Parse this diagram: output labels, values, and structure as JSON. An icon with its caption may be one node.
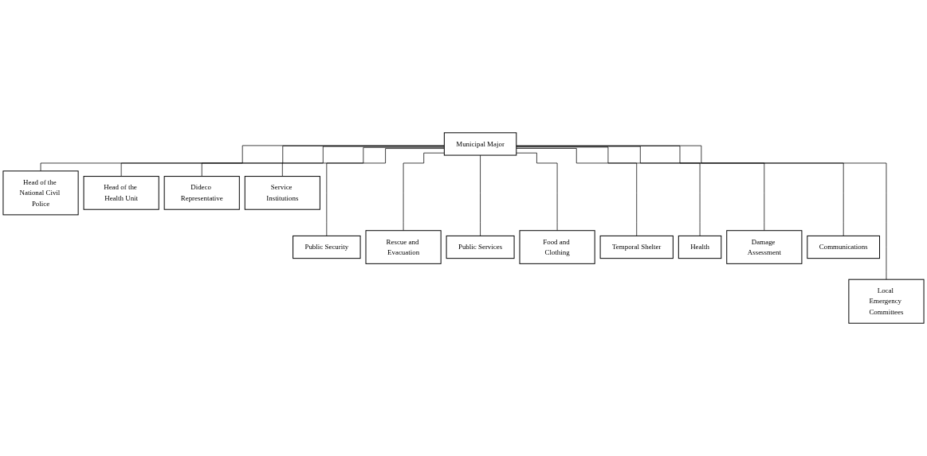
{
  "diagram": {
    "nodes": [
      {
        "text": [
          "Municipal Major"
        ]
      },
      {
        "text": [
          "Head of the National Civil Police"
        ]
      },
      {
        "text": [
          "Head of the Health Unit"
        ]
      },
      {
        "text": [
          "Dideco Representative"
        ]
      },
      {
        "text": [
          "Service Institutions"
        ]
      },
      {
        "text": [
          "Public Security"
        ]
      },
      {
        "text": [
          "Rescue and Evacuation"
        ]
      },
      {
        "text": [
          "Public Services"
        ]
      },
      {
        "text": [
          "Food and Clothing"
        ]
      },
      {
        "text": [
          "Temporal Shelter"
        ]
      },
      {
        "text": [
          "Health"
        ]
      },
      {
        "text": [
          "Damage Assessment"
        ]
      },
      {
        "text": [
          "Communications"
        ]
      },
      {
        "text": [
          "Local Emergency Committees"
        ]
      }
    ],
    "edges": [
      {
        "from": 0,
        "to": 1,
        "arrow": "none"
      },
      {
        "from": 0,
        "to": 2,
        "arrow": "none"
      },
      {
        "from": 0,
        "to": 3,
        "arrow": "none"
      },
      {
        "from": 0,
        "to": 4,
        "arrow": "none"
      },
      {
        "from": 0,
        "to": 5,
        "arrow": "none"
      },
      {
        "from": 0,
        "to": 6,
        "arrow": "none"
      },
      {
        "from": 0,
        "to": 7,
        "arrow": "none"
      },
      {
        "from": 0,
        "to": 8,
        "arrow": "none"
      },
      {
        "from": 0,
        "to": 9,
        "arrow": "none"
      },
      {
        "from": 0,
        "to": 10,
        "arrow": "none"
      },
      {
        "from": 0,
        "to": 11,
        "arrow": "none"
      },
      {
        "from": 0,
        "to": 12,
        "arrow": "none"
      },
      {
        "from": 0,
        "to": 13,
        "arrow": "none"
      }
    ]
  }
}
